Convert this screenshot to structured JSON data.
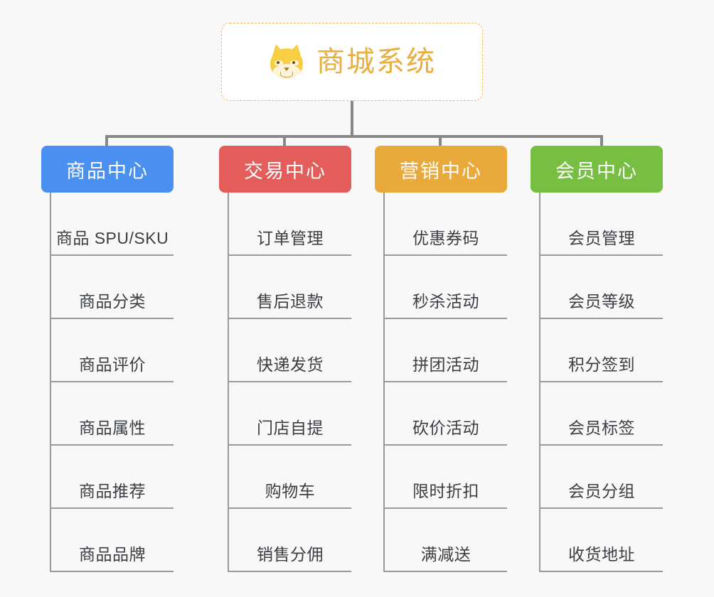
{
  "diagram": {
    "type": "org-chart",
    "background_color": "#f8f8f8",
    "connector_color": "#888888",
    "root": {
      "icon": "dog-face-emoji",
      "title": "商城系统",
      "text_color": "#e8ae3e",
      "border_color": "#f0b95a",
      "background_color": "#ffffff"
    },
    "columns": [
      {
        "title": "商品中心",
        "color": "#4a90f0",
        "items": [
          "商品 SPU/SKU",
          "商品分类",
          "商品评价",
          "商品属性",
          "商品推荐",
          "商品品牌"
        ]
      },
      {
        "title": "交易中心",
        "color": "#e35d5b",
        "items": [
          "订单管理",
          "售后退款",
          "快递发货",
          "门店自提",
          "购物车",
          "销售分佣"
        ]
      },
      {
        "title": "营销中心",
        "color": "#eaa93b",
        "items": [
          "优惠券码",
          "秒杀活动",
          "拼团活动",
          "砍价活动",
          "限时折扣",
          "满减送"
        ]
      },
      {
        "title": "会员中心",
        "color": "#76bf43",
        "items": [
          "会员管理",
          "会员等级",
          "积分签到",
          "会员标签",
          "会员分组",
          "收货地址"
        ]
      }
    ]
  }
}
